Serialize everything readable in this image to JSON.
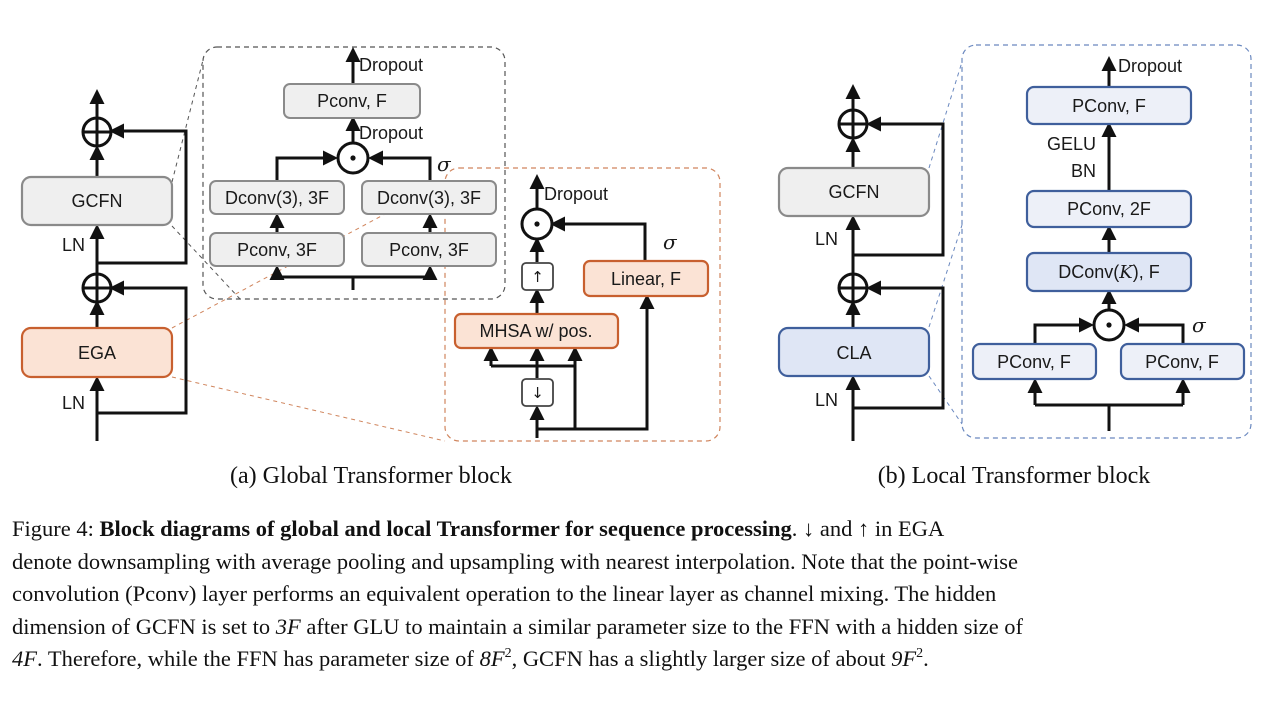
{
  "global": {
    "sub_caption": "(a) Global Transformer block",
    "main": {
      "gcfn": "GCFN",
      "ega": "EGA",
      "ln": "LN"
    },
    "gcfn_detail": {
      "pconv_f": "Pconv, F",
      "dropout": "Dropout",
      "dconv": "Dconv(3), 3F",
      "pconv_3f": "Pconv, 3F",
      "sigma": "σ"
    },
    "ega_detail": {
      "dropout": "Dropout",
      "linear": "Linear, F",
      "mhsa": "MHSA w/ pos.",
      "up": "↑",
      "down": "↓",
      "sigma": "σ"
    }
  },
  "local": {
    "sub_caption": "(b) Local Transformer block",
    "main": {
      "gcfn": "GCFN",
      "cla": "CLA",
      "ln": "LN"
    },
    "cla_detail": {
      "dropout": "Dropout",
      "pconv_f": "PConv, F",
      "gelu": "GELU",
      "bn": "BN",
      "pconv_2f": "PConv, 2F",
      "dconv_pre": "DConv(",
      "dconv_k": "K",
      "dconv_post": "), F",
      "sigma": "σ"
    }
  },
  "caption": {
    "line1_a": "Figure 4: ",
    "line1_bold": "Block diagrams of global and local Transformer for sequence processing",
    "line1_b": ". ↓ and ↑ in EGA",
    "line2": "denote downsampling with average pooling and upsampling with nearest interpolation. Note that the point-wise",
    "line3": "convolution (Pconv) layer performs an equivalent operation to the linear layer as channel mixing. The hidden",
    "line4_a": "dimension of GCFN is set to ",
    "line4_m": "3F",
    "line4_b": " after GLU to maintain a similar parameter size to the FFN with a hidden size of",
    "line5_m1": "4F",
    "line5_a": ". Therefore, while the FFN has parameter size of ",
    "line5_m2": "8F",
    "line5_sup2": "2",
    "line5_b": ", GCFN has a slightly larger size of about ",
    "line5_m3": "9F",
    "line5_sup3": "2",
    "line5_c": "."
  },
  "colors": {
    "gray_fill": "#efefef",
    "gray_stroke": "#8a8a8a",
    "orange_fill": "#fbe3d5",
    "orange_stroke": "#c8602f",
    "blue_fill": "#dfe6f5",
    "blue_stroke": "#3f5f9c",
    "blue_light_fill": "#edf0f8"
  }
}
